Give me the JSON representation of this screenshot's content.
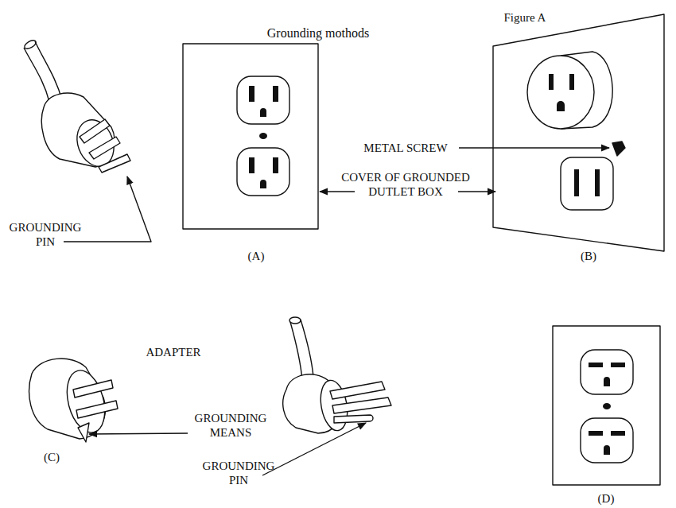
{
  "diagram": {
    "title": "Grounding mothods",
    "labels": [
      "Figure A",
      "GROUNDING PIN",
      "(A)",
      "METAL SCREW",
      "COVER OF GROUNDED DUTLET BOX",
      "(B)",
      "ADAPTER",
      "GROUNDING MEANS",
      "(C)",
      "GROUNDING PIN",
      "(D)"
    ]
  }
}
